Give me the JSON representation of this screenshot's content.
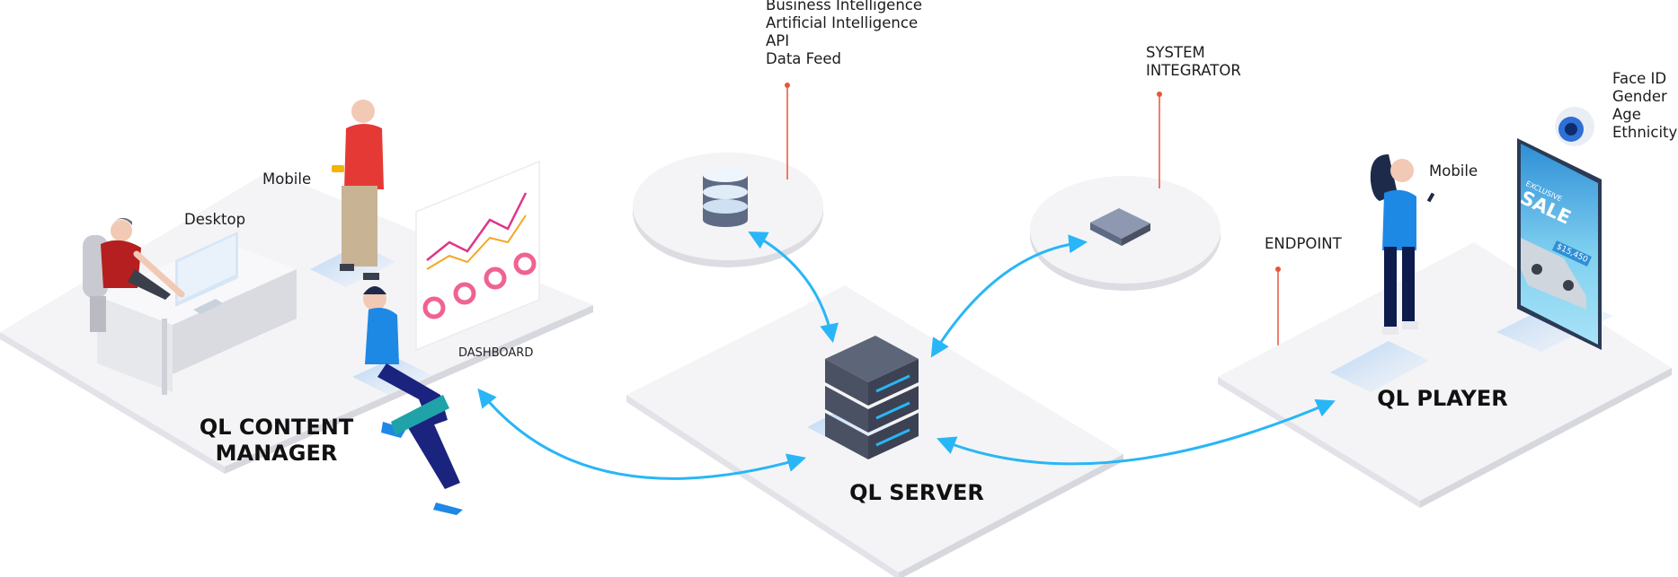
{
  "nodes": {
    "content_manager": {
      "label": "QL CONTENT\nMANAGER",
      "line1": "QL CONTENT",
      "line2": "MANAGER"
    },
    "server": {
      "label": "QL SERVER"
    },
    "player": {
      "label": "QL PLAYER"
    }
  },
  "labels": {
    "mobile_left": "Mobile",
    "desktop": "Desktop",
    "dashboard": "DASHBOARD",
    "data_services": [
      "Business Intelligence",
      "Artificial Intelligence",
      "API",
      "Data Feed"
    ],
    "system_integrator_1": "SYSTEM",
    "system_integrator_2": "INTEGRATOR",
    "endpoint": "ENDPOINT",
    "mobile_right": "Mobile",
    "camera_features": [
      "Face ID",
      "Gender",
      "Age",
      "Ethnicity"
    ]
  },
  "signage": {
    "exclusive": "EXCLUSIVE",
    "sale": "SALE",
    "price": "$15,450"
  },
  "colors": {
    "arrow": "#29b6f6",
    "pin": "#e8553a",
    "platform_top": "#f4f4f6",
    "platform_side": "#dcdde2",
    "server_dark": "#4a5163",
    "server_light": "#5d6578"
  }
}
